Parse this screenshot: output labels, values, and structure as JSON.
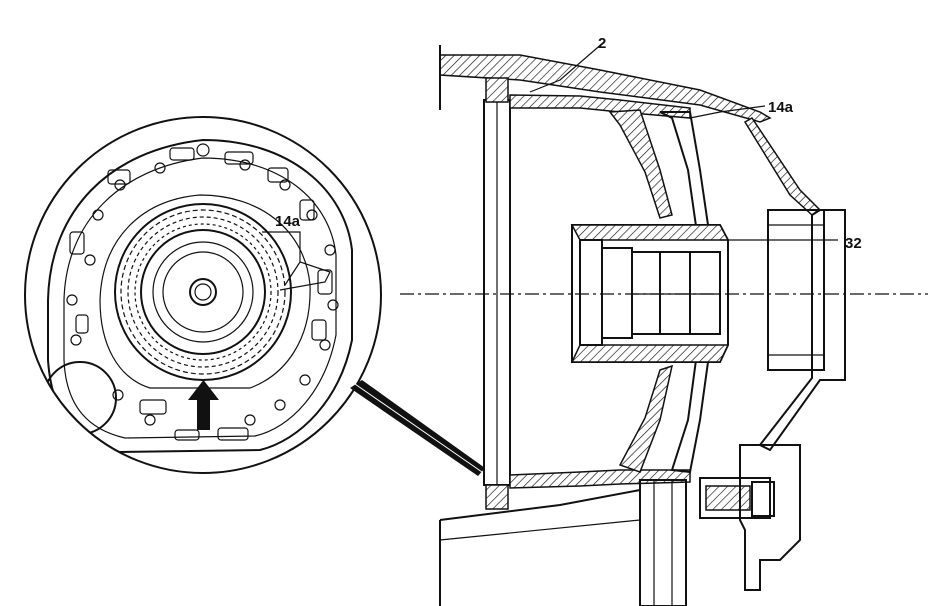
{
  "labels": {
    "housing": "2",
    "clutch_right": "14a",
    "clutch_inset": "14a",
    "part": "32"
  },
  "icons": {
    "detail_arrow": "arrow-up-icon"
  }
}
